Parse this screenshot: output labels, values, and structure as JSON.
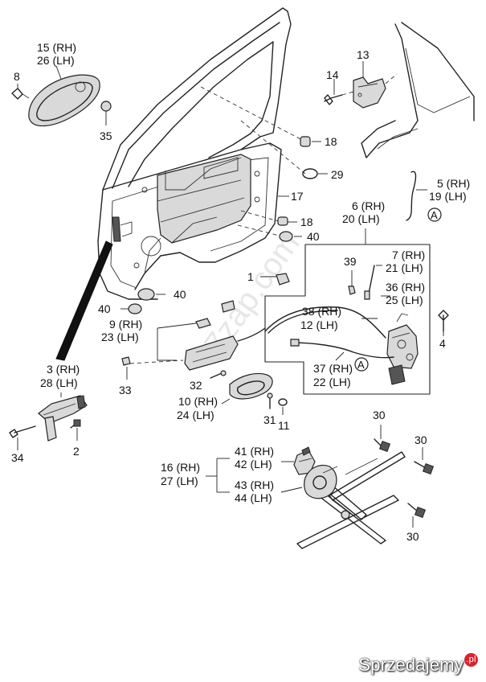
{
  "callouts": {
    "c15": "15 (RH)",
    "c26": "26 (LH)",
    "c8": "8",
    "c35": "35",
    "c13": "13",
    "c14": "14",
    "c18a": "18",
    "c29": "29",
    "c17": "17",
    "c5": "5 (RH)",
    "c19": "19 (LH)",
    "cA1": "A",
    "c6": "6 (RH)",
    "c20": "20 (LH)",
    "c18b": "18",
    "c40a": "40",
    "c39": "39",
    "c7": "7 (RH)",
    "c21": "21 (LH)",
    "c1": "1",
    "c36": "36 (RH)",
    "c25": "25 (LH)",
    "c40b": "40",
    "c40c": "40",
    "c38": "38 (RH)",
    "c12": "12 (LH)",
    "c9": "9 (RH)",
    "c23": "23 (LH)",
    "c4": "4",
    "c37": "37 (RH)",
    "c22": "22 (LH)",
    "cA2": "A",
    "c3": "3 (RH)",
    "c28": "28 (LH)",
    "c33": "33",
    "c32": "32",
    "c10": "10 (RH)",
    "c24": "24 (LH)",
    "c31": "31",
    "c11": "11",
    "c34": "34",
    "c2": "2",
    "c30a": "30",
    "c30b": "30",
    "c30c": "30",
    "c41": "41 (RH)",
    "c42": "42 (LH)",
    "c16": "16 (RH)",
    "c27": "27 (LH)",
    "c43": "43 (RH)",
    "c44": "44 (LH)"
  },
  "watermark": "7zap.com",
  "brand": {
    "name": "Sprzedajemy",
    "badge": ".pl"
  }
}
